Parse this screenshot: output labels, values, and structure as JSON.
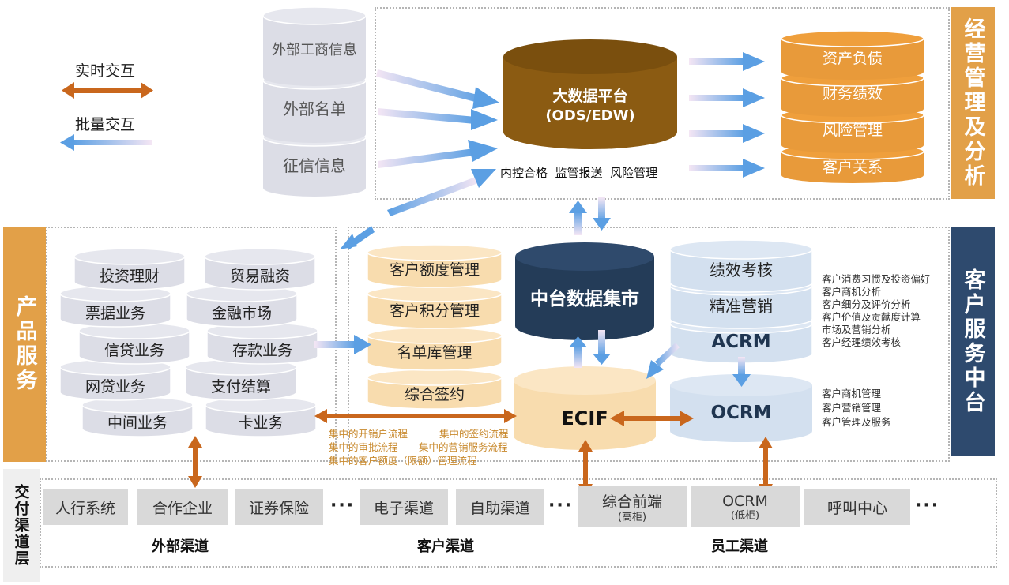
{
  "legend": {
    "realtime": "实时交互",
    "batch": "批量交互"
  },
  "sidebars": {
    "business_analysis": "经营管理及分析",
    "product_service": "产品服务",
    "customer_service_center": "客户服务中台",
    "delivery_channel": "交付渠道层"
  },
  "external_sources": [
    "外部工商信息",
    "外部名单",
    "征信信息"
  ],
  "bigdata_platform": {
    "title": "大数据平台",
    "subtitle": "(ODS/EDW)",
    "caption": "内控合格  监管报送  风险管理"
  },
  "analysis_outputs": [
    "资产负债",
    "财务绩效",
    "风险管理",
    "客户关系"
  ],
  "product_left": [
    "投资理财",
    "票据业务",
    "信贷业务",
    "网贷业务",
    "中间业务"
  ],
  "product_right": [
    "贸易融资",
    "金融市场",
    "存款业务",
    "支付结算",
    "卡业务"
  ],
  "product_mgmt": [
    "客户额度管理",
    "客户积分管理",
    "名单库管理",
    "综合签约"
  ],
  "datamart": "中台数据集市",
  "ecif": "ECIF",
  "crm_stack": [
    "绩效考核",
    "精准营销",
    "ACRM"
  ],
  "ocrm": "OCRM",
  "acrm_notes": [
    "客户消费习惯及投资偏好",
    "客户商机分析",
    "客户细分及评价分析",
    "客户价值及贡献度计算",
    "市场及营销分析",
    "客户经理绩效考核"
  ],
  "ocrm_notes": [
    "客户商机管理",
    "客户营销管理",
    "客户管理及服务"
  ],
  "ecif_flows": [
    "集中的开销户流程",
    "集中的签约流程",
    "集中的审批流程",
    "集中的营销服务流程",
    "集中的客户额度（限额）管理流程"
  ],
  "channels": [
    {
      "label": "人行系统",
      "sub": ""
    },
    {
      "label": "合作企业",
      "sub": ""
    },
    {
      "label": "证券保险",
      "sub": ""
    },
    {
      "label": "电子渠道",
      "sub": ""
    },
    {
      "label": "自助渠道",
      "sub": ""
    },
    {
      "label": "综合前端",
      "sub": "(高柜)"
    },
    {
      "label": "OCRM",
      "sub": "(低柜)"
    },
    {
      "label": "呼叫中心",
      "sub": ""
    }
  ],
  "ellipsis": "···",
  "channel_groups": [
    "外部渠道",
    "客户渠道",
    "员工渠道"
  ],
  "colors": {
    "orange_bar": "#e2a048",
    "navy_bar": "#2e4a6e",
    "brown_cyl": "#8b5b12",
    "orange_cyl": "#e89a3a",
    "grey_cyl": "#dcdde6",
    "peach_cyl": "#f8dcae",
    "navy_cyl": "#243c58",
    "blue_cyl": "#d3e0ef",
    "arrow_orange": "#c9671d",
    "arrow_blue": "#5b9fe3"
  }
}
